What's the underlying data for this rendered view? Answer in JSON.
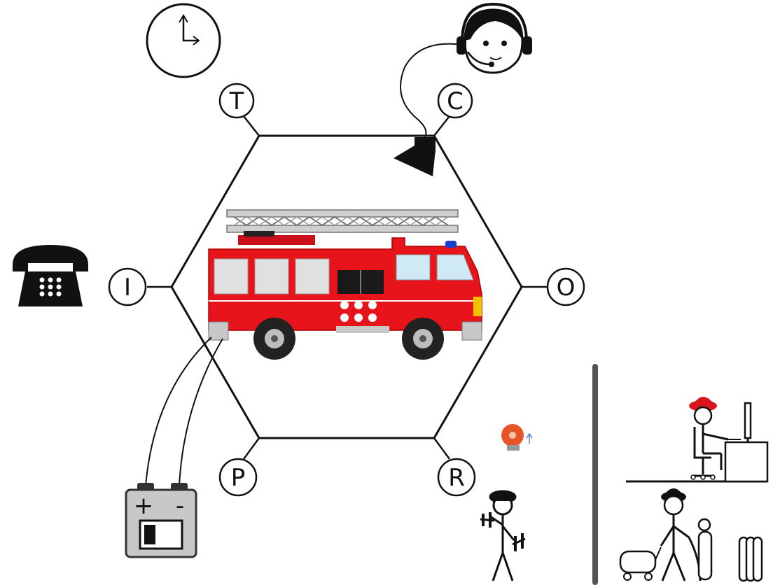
{
  "diagram": {
    "nodes": {
      "top_left": "T",
      "top_right": "C",
      "left": "I",
      "right": "O",
      "bottom_left": "P",
      "bottom_right": "R"
    },
    "battery": {
      "plus": "+",
      "minus": "-"
    },
    "icons": [
      "clock-icon",
      "headset-operator-icon",
      "telephone-icon",
      "fire-truck-icon",
      "battery-icon",
      "siren-light-icon",
      "alarm-bell-icon",
      "firefighter-training-icon",
      "firefighter-desk-icon",
      "firefighter-equipment-icon",
      "oxygen-cylinders-icon"
    ],
    "colors": {
      "truck_red": "#e8141c",
      "line": "#111111",
      "ladder": "#bdbdbd",
      "battery": "#c8c8c8"
    }
  }
}
